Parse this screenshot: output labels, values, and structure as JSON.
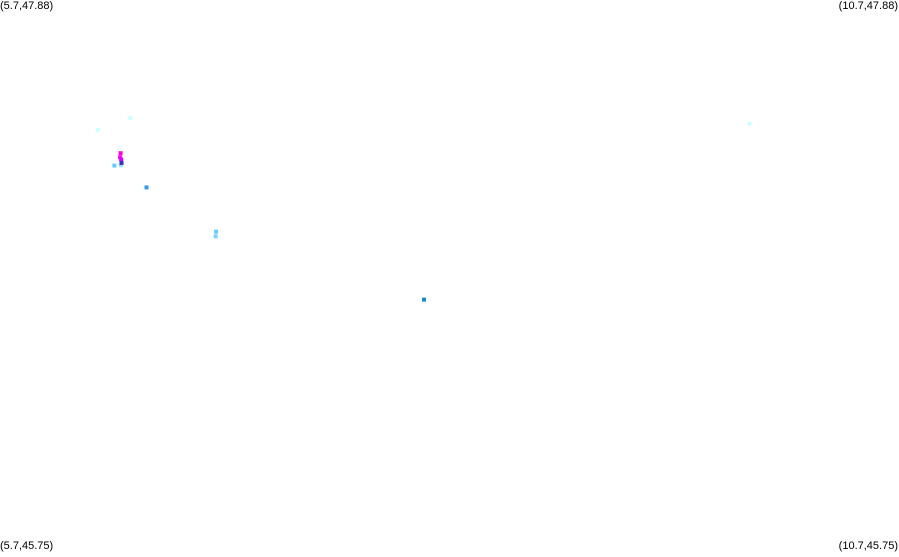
{
  "map": {
    "corners": {
      "top_left": "(5.7,47.88)",
      "top_right": "(10.7,47.88)",
      "bottom_left": "(5.7,45.75)",
      "bottom_right": "(10.7,45.75)"
    },
    "extent": {
      "lon_min": 5.7,
      "lon_max": 10.7,
      "lat_min": 45.75,
      "lat_max": 47.88
    },
    "points": [
      {
        "lon": 6.244,
        "lat": 47.379,
        "color": "#ccffff"
      },
      {
        "lon": 6.424,
        "lat": 47.425,
        "color": "#ccffff"
      },
      {
        "lon": 6.372,
        "lat": 47.242,
        "color": "#99e6ff"
      },
      {
        "lon": 6.336,
        "lat": 47.241,
        "color": "#66ccff"
      },
      {
        "lon": 6.371,
        "lat": 47.289,
        "color": "#ff00cc"
      },
      {
        "lon": 6.368,
        "lat": 47.273,
        "color": "#ff00ff"
      },
      {
        "lon": 6.374,
        "lat": 47.264,
        "color": "#cc00ff"
      },
      {
        "lon": 6.376,
        "lat": 47.251,
        "color": "#3333cc"
      },
      {
        "lon": 6.515,
        "lat": 47.157,
        "color": "#3399ee"
      },
      {
        "lon": 6.902,
        "lat": 46.986,
        "color": "#66ccff"
      },
      {
        "lon": 6.899,
        "lat": 46.968,
        "color": "#77d4ff"
      },
      {
        "lon": 8.058,
        "lat": 46.724,
        "color": "#1a88cc"
      },
      {
        "lon": 9.868,
        "lat": 47.403,
        "color": "#ccffff"
      }
    ]
  }
}
